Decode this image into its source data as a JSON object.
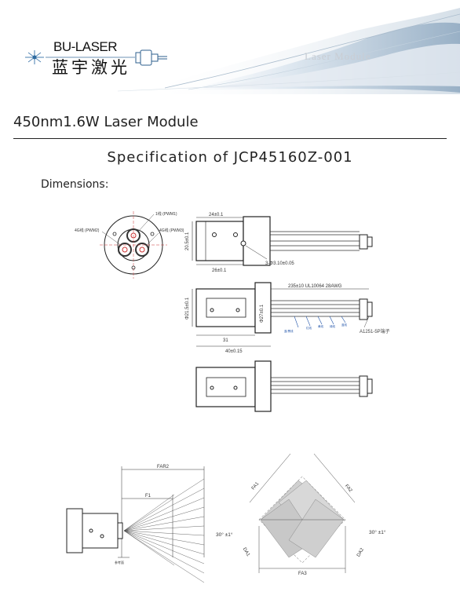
{
  "header": {
    "logo_en": "BU-LASER",
    "logo_cn": "蓝宇激光",
    "watermark": "Laser Module"
  },
  "document": {
    "module_title": "450nm1.6W Laser Module",
    "spec_title": "Specification of JCP45160Z-001",
    "dimensions_label": "Dimensions:"
  },
  "drawing": {
    "circle_view": {
      "label_top": "1线 (PWM1)",
      "label_left": "4G线 (PWM2)",
      "label_right": "4G线 (PWM3)"
    },
    "top_view": {
      "dim_width": "24±0.1",
      "dim_bottom": "26±0.1",
      "dim_height": "20.5±0.1",
      "dim_screw": "3-Φ3.10±0.05"
    },
    "side_view": {
      "cable_spec": "235±10  UL10064 28AWG",
      "dim_left_height": "Φ21.5±0.1",
      "dim_flange": "Φ27±0.1",
      "dim_31": "31",
      "dim_40": "40±0.15",
      "connector": "A1251-5P端子",
      "wire_labels": [
        "蓝/黑线",
        "红线",
        "黄线",
        "绿线",
        "蓝线"
      ]
    },
    "beam_left": {
      "far2": "FAR2",
      "f1": "F1",
      "base": "参考面"
    },
    "beam_right": {
      "fa1": "FA1",
      "fa2": "FA2",
      "fa3": "FA3",
      "da1": "DA1",
      "da2": "DA2",
      "angle_left": "30° ±1°",
      "angle_right": "30° ±1°"
    }
  }
}
